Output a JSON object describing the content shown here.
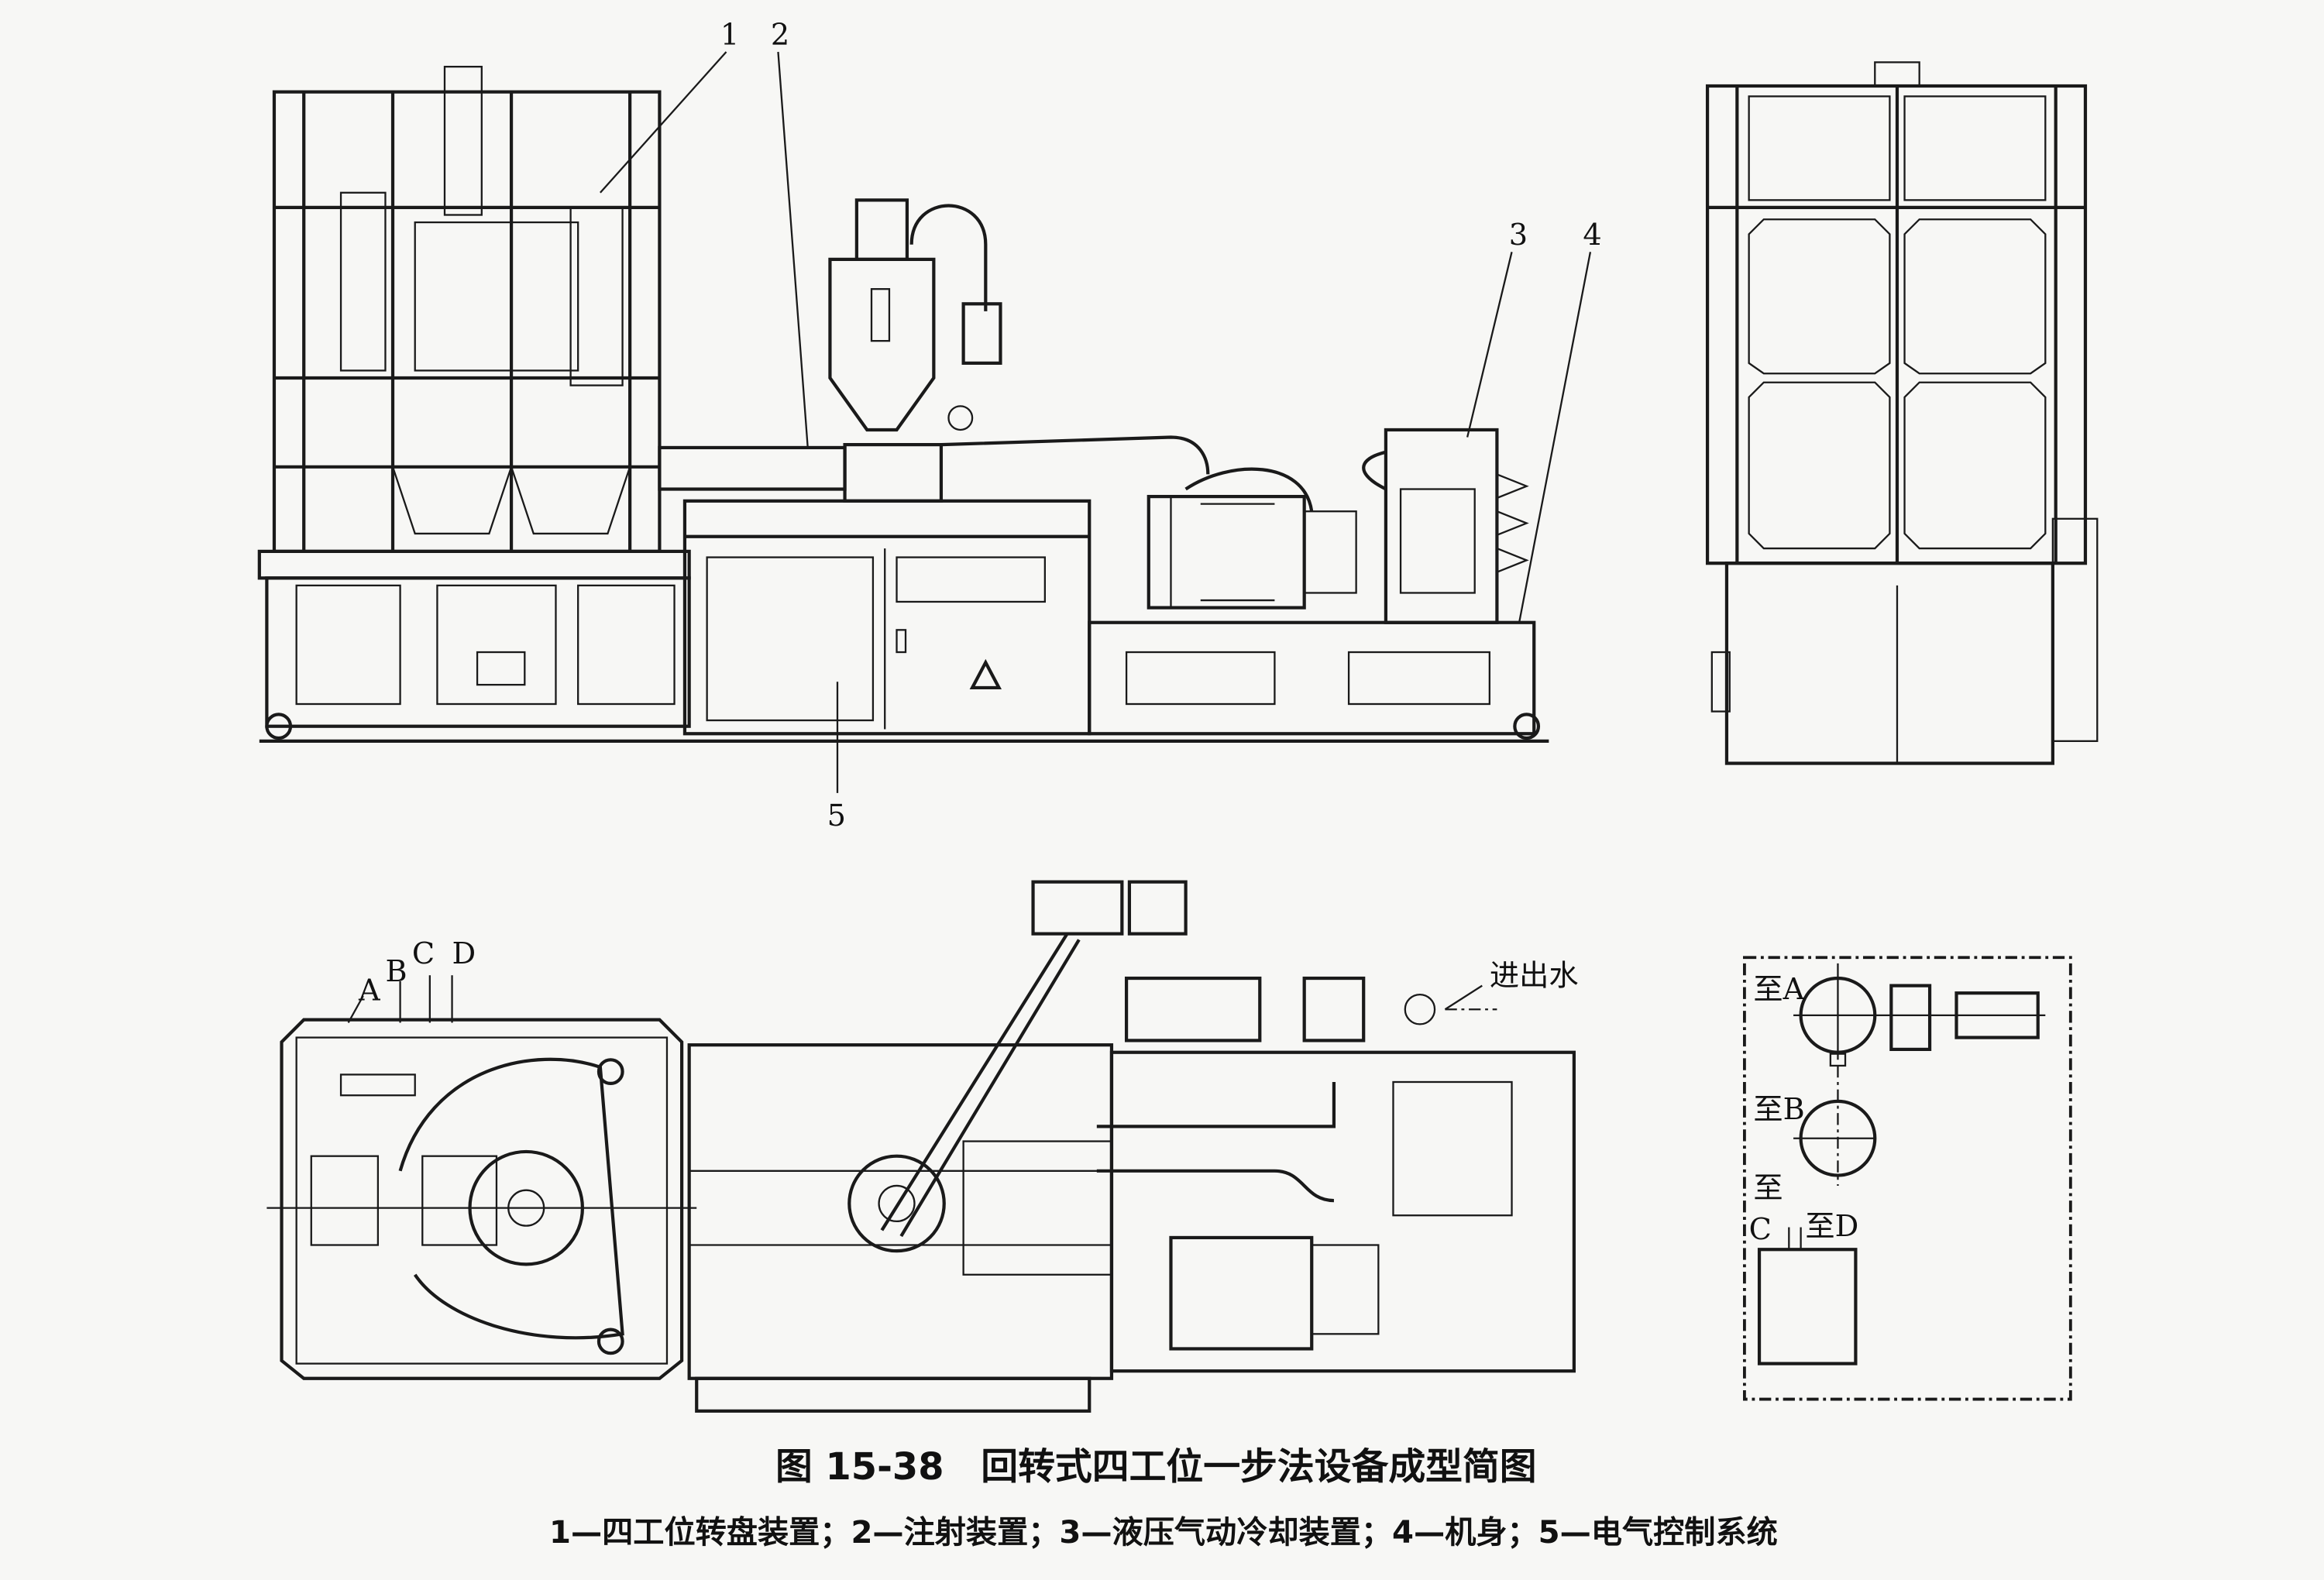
{
  "figure": {
    "title": "图 15-38　回转式四工位一步法设备成型简图",
    "legend": "1—四工位转盘装置；2—注射装置；3—液压气动冷却装置；4—机身；5—电气控制系统"
  },
  "callouts": {
    "c1": "1",
    "c2": "2",
    "c3": "3",
    "c4": "4",
    "c5": "5"
  },
  "plan_view": {
    "port_a": "A",
    "port_b": "B",
    "port_c": "C",
    "port_d": "D",
    "water": "进出水"
  },
  "detail_view": {
    "to_a": "至A",
    "to_b": "至B",
    "to": "至",
    "c": "C",
    "to_d": "至D"
  }
}
